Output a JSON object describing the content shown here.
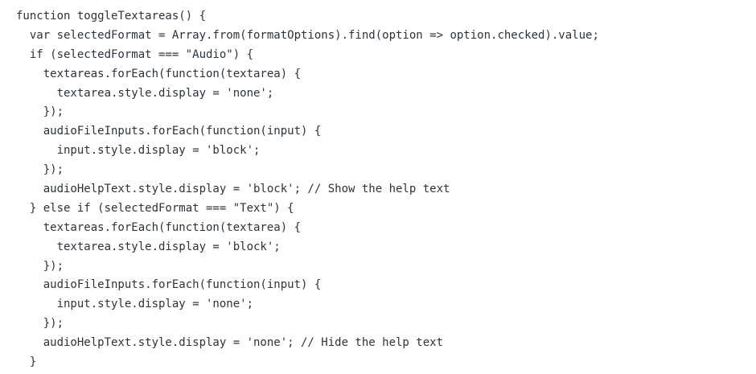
{
  "colors": {
    "background": "#ffffff",
    "code_text": "#2e3338"
  },
  "code": {
    "lines": [
      "function toggleTextareas() {",
      "  var selectedFormat = Array.from(formatOptions).find(option => option.checked).value;",
      "  if (selectedFormat === \"Audio\") {",
      "    textareas.forEach(function(textarea) {",
      "      textarea.style.display = 'none';",
      "    });",
      "    audioFileInputs.forEach(function(input) {",
      "      input.style.display = 'block';",
      "    });",
      "    audioHelpText.style.display = 'block'; // Show the help text",
      "  } else if (selectedFormat === \"Text\") {",
      "    textareas.forEach(function(textarea) {",
      "      textarea.style.display = 'block';",
      "    });",
      "    audioFileInputs.forEach(function(input) {",
      "      input.style.display = 'none';",
      "    });",
      "    audioHelpText.style.display = 'none'; // Hide the help text",
      "  }"
    ]
  }
}
